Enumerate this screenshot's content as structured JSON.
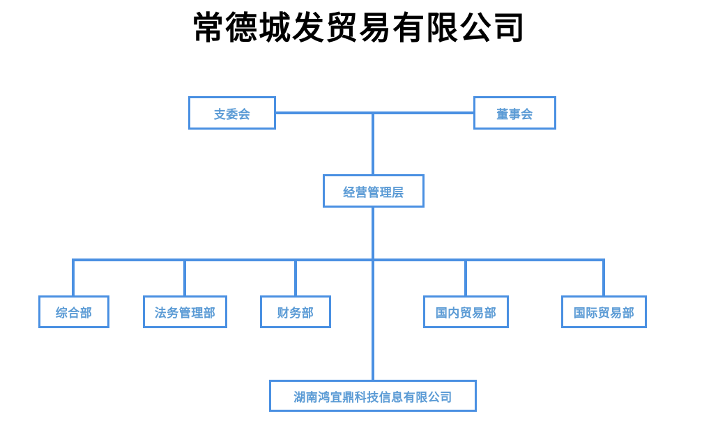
{
  "title": "常德城发贸易有限公司",
  "colors": {
    "box_border": "#4a90e2",
    "box_text": "#5b9bd5",
    "connector": "#4a90e2",
    "title_text": "#000000",
    "background": "#ffffff"
  },
  "nodes": {
    "party_committee": "支委会",
    "board_of_directors": "董事会",
    "management": "经营管理层",
    "departments": [
      {
        "label": "综合部"
      },
      {
        "label": "法务管理部"
      },
      {
        "label": "财务部"
      },
      {
        "label": "国内贸易部"
      },
      {
        "label": "国际贸易部"
      }
    ],
    "subsidiary": "湖南鸿宜鼎科技信息有限公司"
  }
}
